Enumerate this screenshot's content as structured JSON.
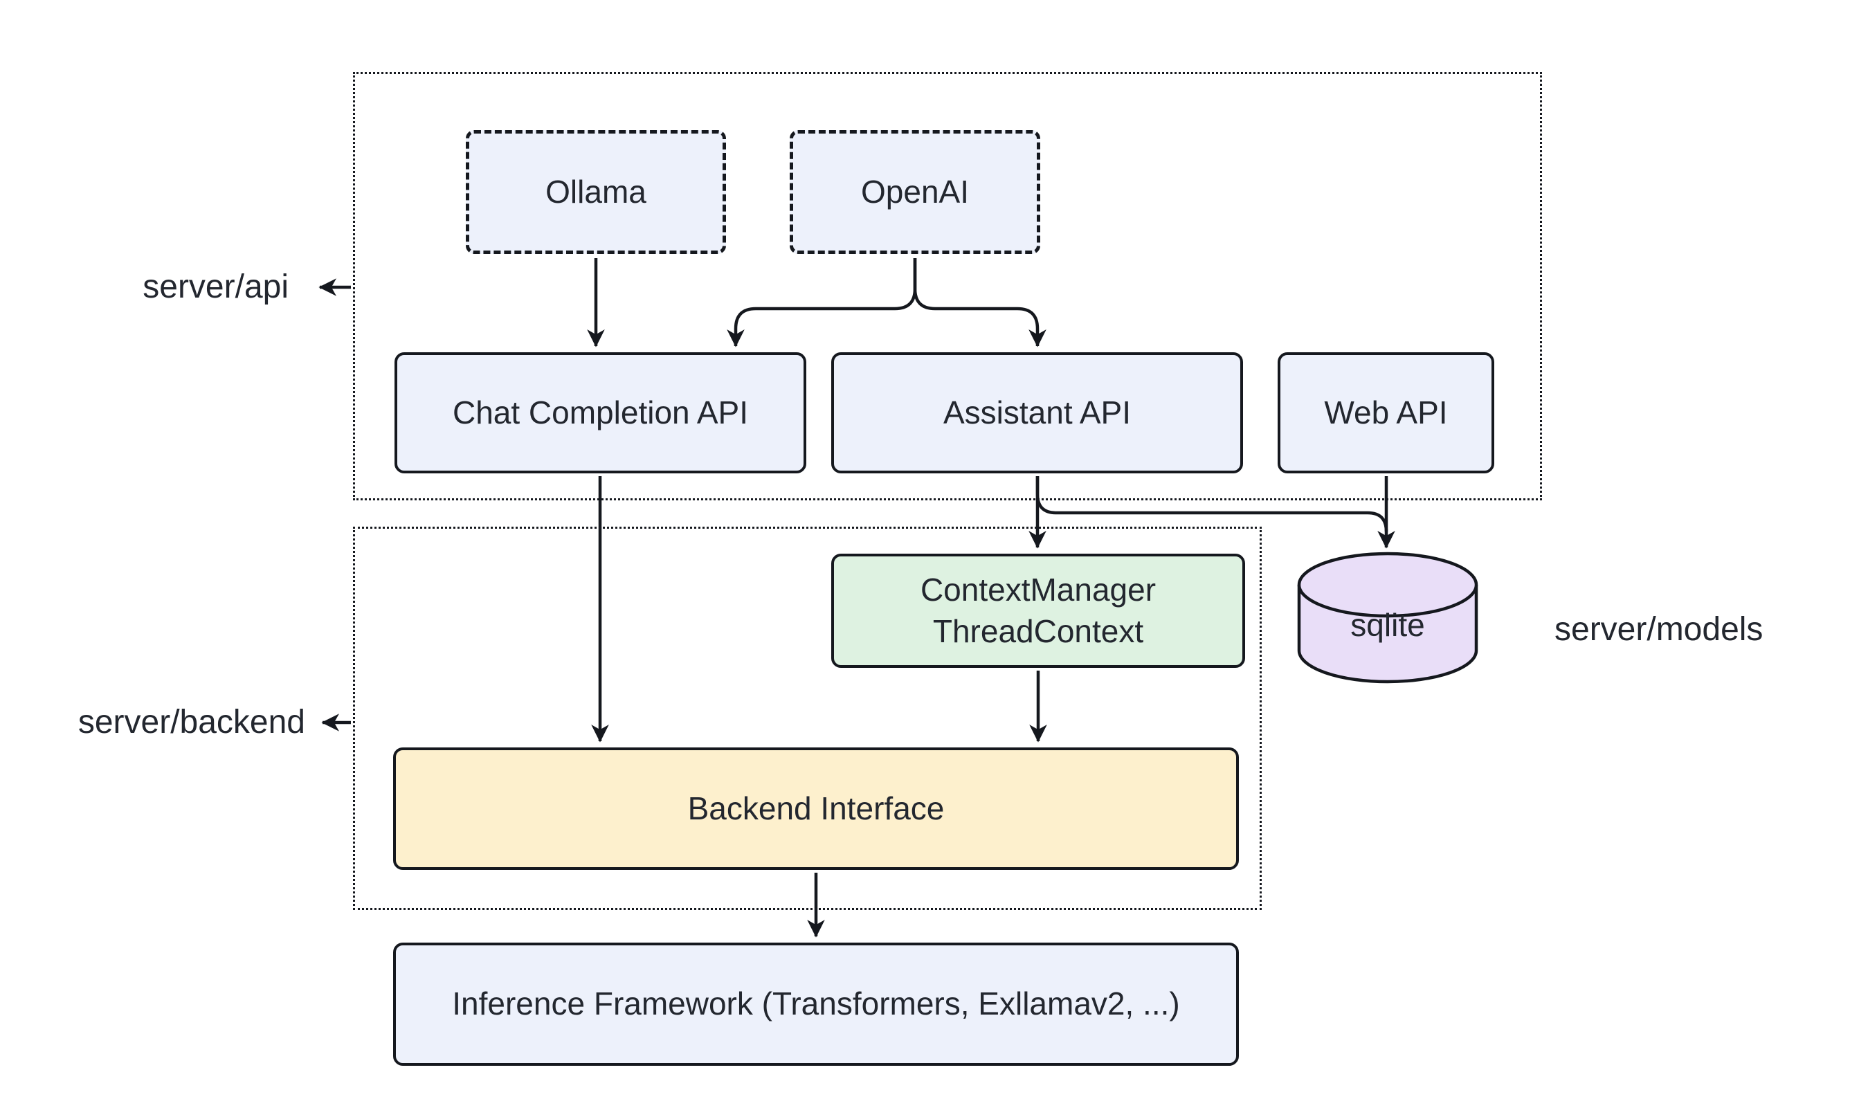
{
  "diagram": {
    "title_hint": "server architecture diagram",
    "containers": {
      "api": {
        "label": "server/api"
      },
      "backend": {
        "label": "server/backend"
      },
      "models": {
        "label": "server/models"
      }
    },
    "nodes": {
      "ollama": {
        "label": "Ollama"
      },
      "openai": {
        "label": "OpenAI"
      },
      "chat_completion": {
        "label": "Chat Completion API"
      },
      "assistant": {
        "label": "Assistant API"
      },
      "web": {
        "label": "Web API"
      },
      "context_manager": {
        "line1": "ContextManager",
        "line2": "ThreadContext"
      },
      "sqlite": {
        "label": "sqlite"
      },
      "backend_interface": {
        "label": "Backend Interface"
      },
      "inference": {
        "label": "Inference Framework (Transformers, Exllamav2, ...)"
      }
    },
    "edges": [
      {
        "from": "Ollama",
        "to": "Chat Completion API"
      },
      {
        "from": "OpenAI",
        "to": "Chat Completion API"
      },
      {
        "from": "OpenAI",
        "to": "Assistant API"
      },
      {
        "from": "Chat Completion API",
        "to": "Backend Interface"
      },
      {
        "from": "Assistant API",
        "to": "ContextManager ThreadContext"
      },
      {
        "from": "Assistant API",
        "to": "sqlite"
      },
      {
        "from": "Web API",
        "to": "sqlite"
      },
      {
        "from": "ContextManager ThreadContext",
        "to": "Backend Interface"
      },
      {
        "from": "Backend Interface",
        "to": "Inference Framework (Transformers, Exllamav2, ...)"
      }
    ]
  },
  "colors": {
    "background": "#ffffff",
    "line": "#15181e",
    "text": "#23272f",
    "node_blue": "#edf1fb",
    "node_green": "#def2e1",
    "node_yellow": "#fdf0cd",
    "node_purple": "#e9def8"
  }
}
